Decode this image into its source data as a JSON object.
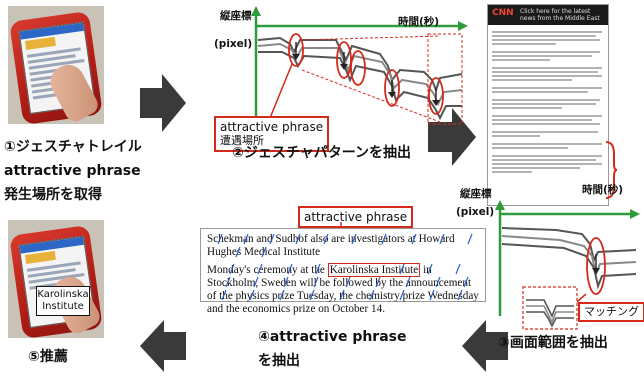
{
  "steps": {
    "step1_line1": "①ジェスチャトレイル",
    "step1_line2": "attractive phrase",
    "step1_line3": "発生場所を取得",
    "step2": "②ジェスチャパターンを抽出",
    "step3": "③画面範囲を抽出",
    "step4_line1": "④attractive phrase",
    "step4_line2": "を抽出",
    "step5": "⑤推薦"
  },
  "graph_top": {
    "y_label_line1": "縦座標",
    "y_label_line2": "(pixel)",
    "x_label": "時間(秒)",
    "box_line1": "attractive phrase",
    "box_line2": "遭遇場所"
  },
  "graph_bottom": {
    "y_label_line1": "縦座標",
    "y_label_line2": "(pixel)",
    "x_label": "時間(秒)",
    "match_label": "マッチング"
  },
  "extract": {
    "title": "attractive phrase",
    "para1": "Schekman and Sudhof also are investigators at Howard Hughes Medical Institute",
    "para2_before": "Monday's ceremony at the ",
    "para2_highlight": "Karolinska Institute",
    "para2_after": " in Stockholm, Sweden will be followed by the announcement of the physics prize Tuesday, the chemistry prize Wednesday and the economics prize on October 14."
  },
  "article": {
    "logo": "CNN",
    "tagline": "Click here for the latest news from the Middle East"
  },
  "recommend": {
    "label": "Karolinska Institute"
  },
  "colors": {
    "accent_red": "#d42a1c",
    "axis_green": "#2f9b3a",
    "arrow_dark": "#3a3a3a",
    "highlight_blue": "#2b5fd0"
  }
}
